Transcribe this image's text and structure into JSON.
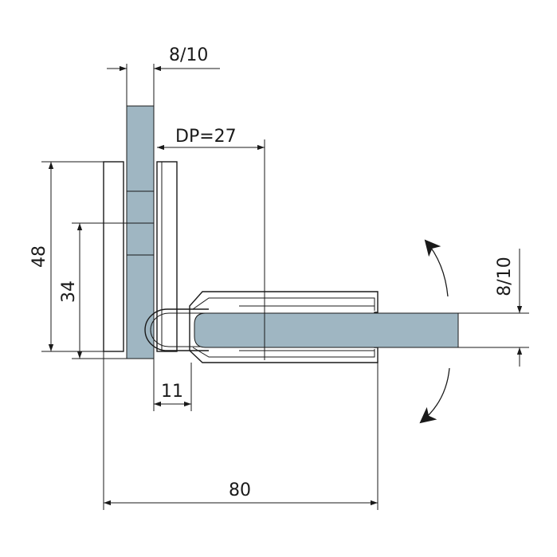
{
  "colors": {
    "glass": "#9fb6c2",
    "line": "#1a1a1a",
    "background": "#ffffff"
  },
  "dimensions": {
    "top_glass_thickness": "8/10",
    "dp": "DP=27",
    "height_outer": "48",
    "height_inner": "34",
    "right_glass_thickness": "8/10",
    "gap": "11",
    "width": "80"
  },
  "rotation": {
    "direction": "bidirectional-swing",
    "icons": [
      "curved-arrow-up-icon",
      "curved-arrow-down-icon"
    ]
  }
}
